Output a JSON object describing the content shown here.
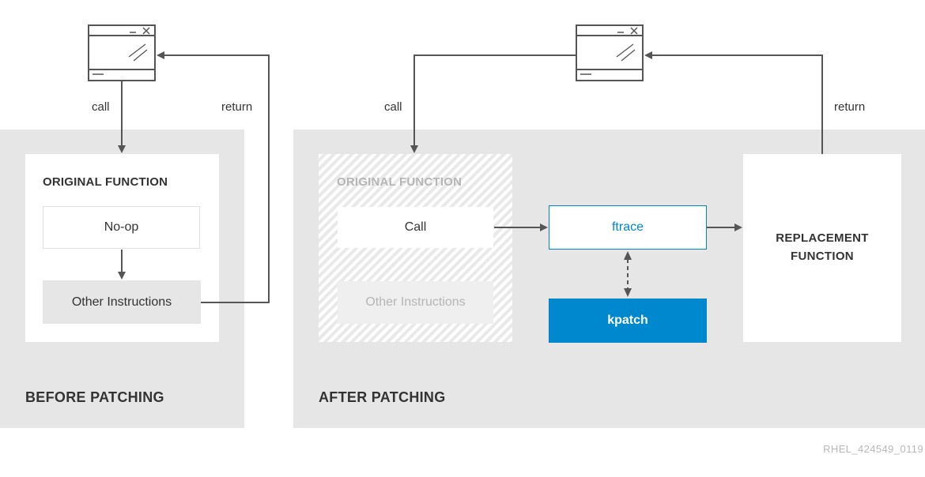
{
  "before": {
    "panel_label": "BEFORE PATCHING",
    "function_title": "ORIGINAL FUNCTION",
    "noop_label": "No-op",
    "other_label": "Other Instructions",
    "call_label": "call",
    "return_label": "return"
  },
  "after": {
    "panel_label": "AFTER PATCHING",
    "function_title": "ORIGINAL FUNCTION",
    "call_box_label": "Call",
    "other_label": "Other Instructions",
    "ftrace_label": "ftrace",
    "kpatch_label": "kpatch",
    "replacement_label": "REPLACEMENT FUNCTION",
    "call_label": "call",
    "return_label": "return"
  },
  "watermark": "RHEL_424549_0119",
  "colors": {
    "panel_bg": "#e6e6e6",
    "accent_blue": "#0088ce",
    "arrow": "#555555",
    "faded_text": "#b5b5b5"
  }
}
